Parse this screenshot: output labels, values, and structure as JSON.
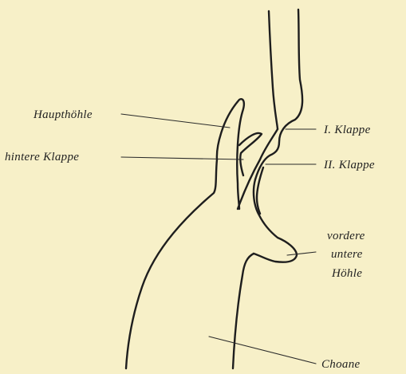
{
  "labels": {
    "haupthoehle": "Haupthöhle",
    "hintere_klappe": "hintere Klappe",
    "klappe_1": "I. Klappe",
    "klappe_2": "II. Klappe",
    "vordere_line1": "vordere",
    "vordere_line2": "untere",
    "vordere_line3": "Höhle",
    "choane": "Choane"
  },
  "colors": {
    "background": "#f7f0c8",
    "ink": "#1e1e1e"
  }
}
